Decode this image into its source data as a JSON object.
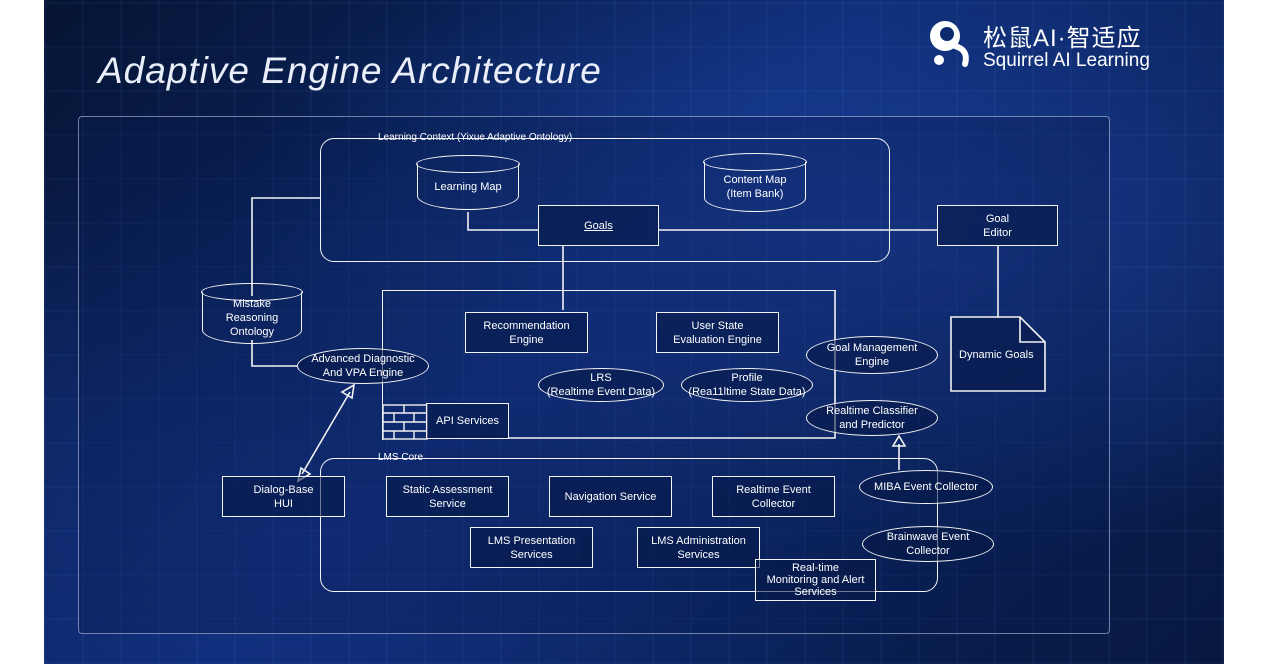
{
  "title": "Adaptive Engine Architecture",
  "logo": {
    "cn": "松鼠AI·智适应",
    "en": "Squirrel AI Learning"
  },
  "groups": {
    "learning_context": "Learning Context (Yixue Adaptive Ontology)",
    "lms_core": "LMS Core"
  },
  "nodes": {
    "learning_map": "Learning Map",
    "content_map_1": "Content Map",
    "content_map_2": "(Item Bank)",
    "goals": "Goals",
    "goal_editor_1": "Goal",
    "goal_editor_2": "Editor",
    "mistake_1": "Mistake",
    "mistake_2": "Reasoning",
    "mistake_3": "Ontology",
    "recommendation_1": "Recommendation",
    "recommendation_2": "Engine",
    "user_state_1": "User State",
    "user_state_2": "Evaluation Engine",
    "goal_mgmt_1": "Goal Management",
    "goal_mgmt_2": "Engine",
    "dynamic_goals": "Dynamic Goals",
    "adv_diag_1": "Advanced Diagnostic",
    "adv_diag_2": "And VPA Engine",
    "lrs_1": "LRS",
    "lrs_2": "(Realtime Event Data)",
    "profile_1": "Profile",
    "profile_2": "(Rea11ltime State Data)",
    "api_services": "API Services",
    "classifier_1": "Realtime Classifier",
    "classifier_2": "and Predictor",
    "dialog_1": "Dialog-Base",
    "dialog_2": "HUI",
    "static_1": "Static Assessment",
    "static_2": "Service",
    "navigation": "Navigation Service",
    "rt_event_1": "Realtime Event",
    "rt_event_2": "Collector",
    "miba": "MIBA Event Collector",
    "lms_pres_1": "LMS Presentation",
    "lms_pres_2": "Services",
    "lms_admin_1": "LMS Administration",
    "lms_admin_2": "Services",
    "brainwave_1": "Brainwave Event",
    "brainwave_2": "Collector",
    "monitor_1": "Real-time",
    "monitor_2": "Monitoring and Alert",
    "monitor_3": "Services"
  },
  "colors": {
    "background": "#0b2a6e",
    "line": "#f3f3f3",
    "text": "#ffffff"
  }
}
